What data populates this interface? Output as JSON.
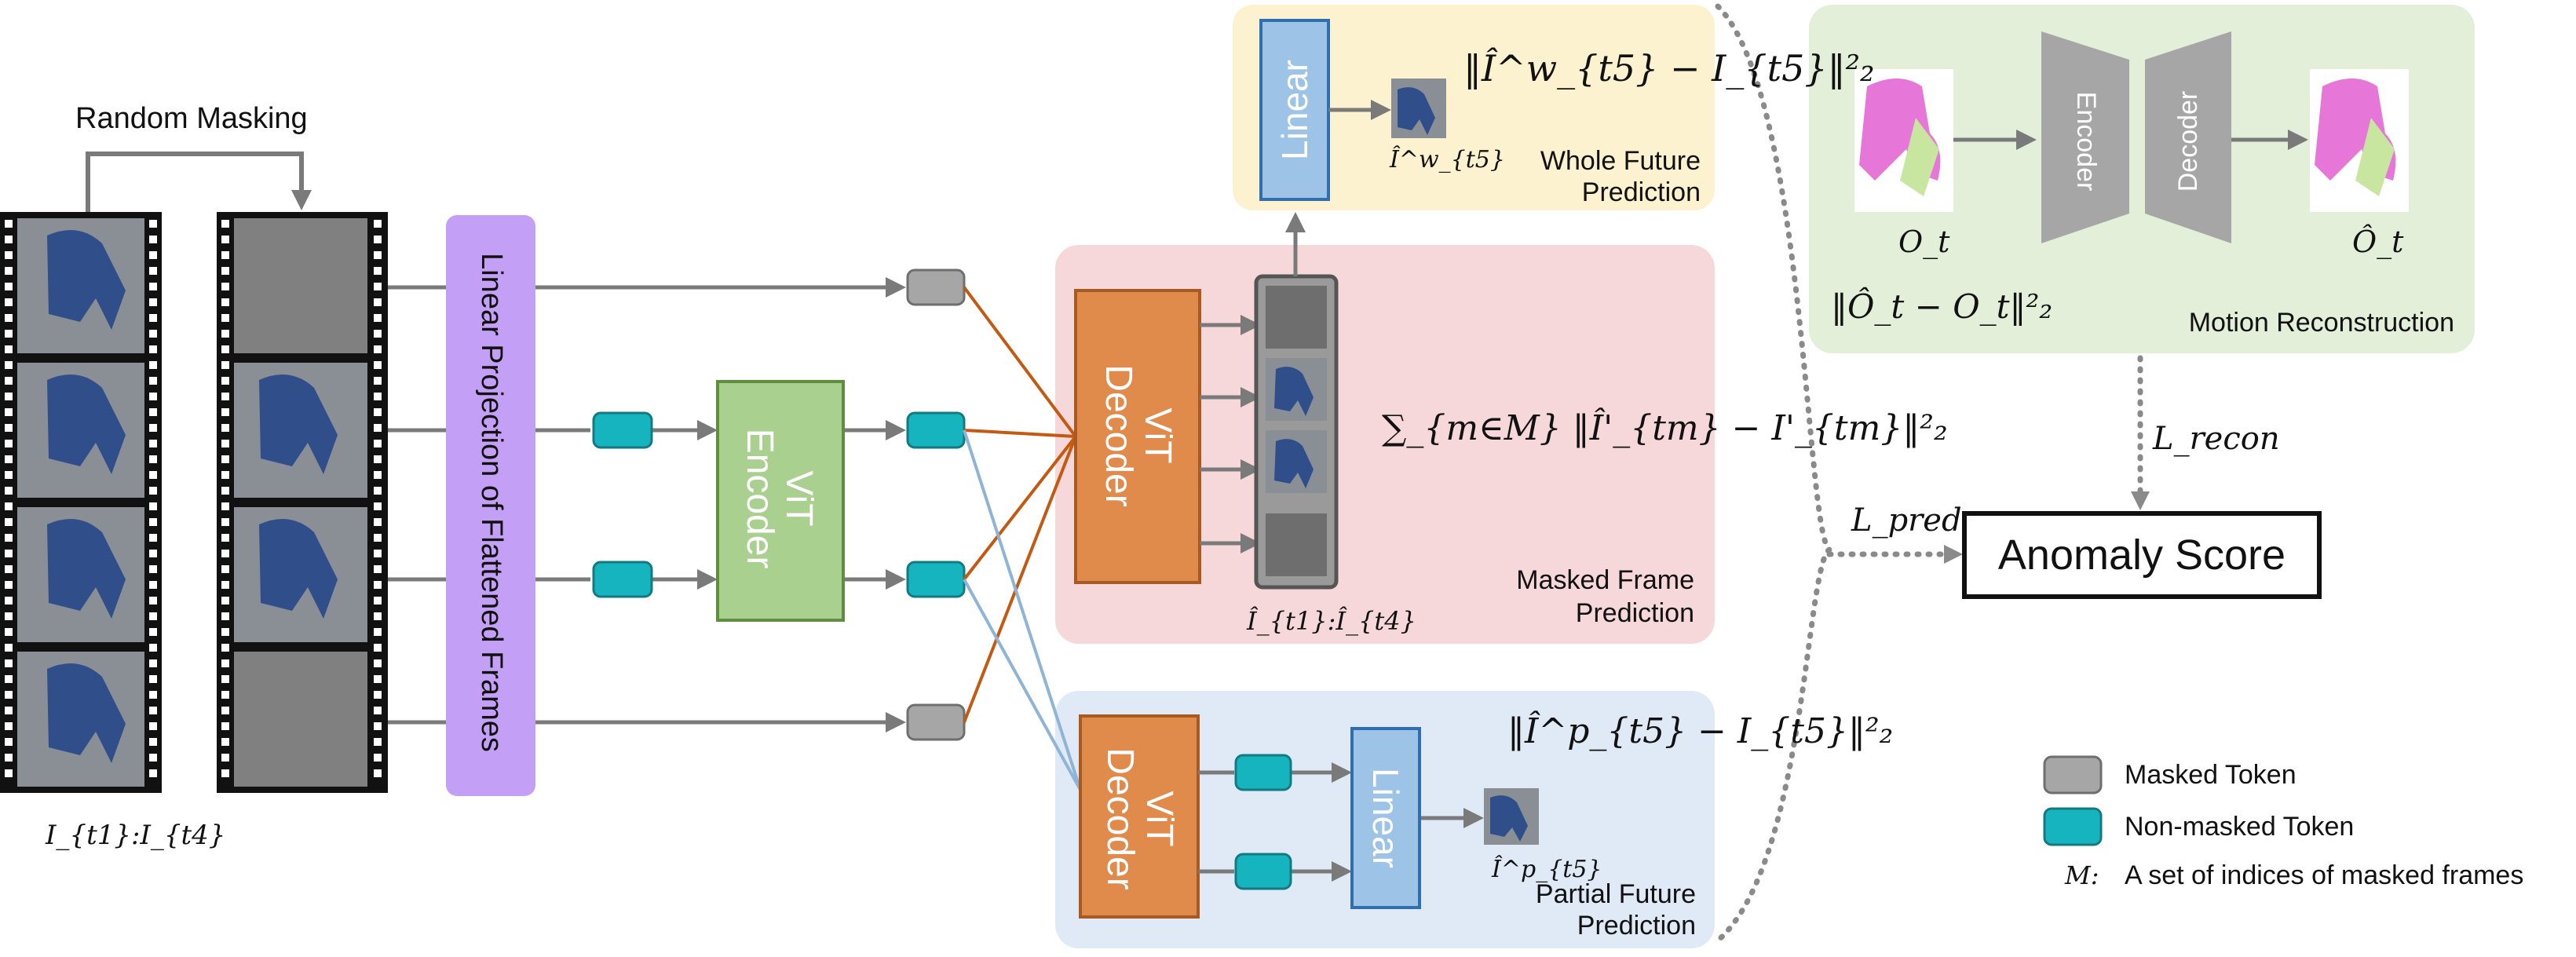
{
  "labels": {
    "random_masking": "Random Masking",
    "input_frames": "I_{t1}:I_{t4}",
    "linear_projection": "Linear Projection of Flattened Frames",
    "vit_encoder": "ViT Encoder",
    "vit_decoder_masked": "ViT Decoder",
    "vit_decoder_partial": "ViT Decoder",
    "linear_whole": "Linear",
    "linear_partial": "Linear",
    "encoder": "Encoder",
    "decoder": "Decoder",
    "anomaly_score": "Anomaly Score"
  },
  "panels": {
    "whole_future": {
      "title_line1": "Whole Future",
      "title_line2": "Prediction",
      "loss": "‖Î^w_{t5} − I_{t5}‖²₂",
      "output": "Î^w_{t5}"
    },
    "masked_frame": {
      "title_line1": "Masked Frame",
      "title_line2": "Prediction",
      "loss": "∑_{m∈M} ‖Î'_{tm} − I'_{tm}‖²₂",
      "output": "Î_{t1}:Î_{t4}"
    },
    "partial_future": {
      "title_line1": "Partial Future",
      "title_line2": "Prediction",
      "loss": "‖Î^p_{t5} − I_{t5}‖²₂",
      "output": "Î^p_{t5}"
    },
    "motion": {
      "title": "Motion Reconstruction",
      "input": "O_t",
      "output": "Ô_t",
      "loss": "‖Ô_t − O_t‖²₂"
    }
  },
  "loss_labels": {
    "pred": "L_pred",
    "recon": "L_recon"
  },
  "legend": {
    "masked_token": "Masked Token",
    "non_masked_token": "Non-masked Token",
    "set_symbol": "M:",
    "set_description": "A set of indices of masked frames"
  },
  "colors": {
    "masked_token": "#a6a6a6",
    "non_masked_token": "#16b4be",
    "projection": "#c39ff5",
    "encoder": "#a9d08e",
    "decoder": "#e08a4c",
    "linear": "#9dc3e6",
    "whole_panel": "#fcf2cf",
    "masked_panel": "#f6d8da",
    "partial_panel": "#dfeaf6",
    "motion_panel": "#e3efd9",
    "orange_edge": "#c45911",
    "blue_edge": "#8fb4d6"
  }
}
